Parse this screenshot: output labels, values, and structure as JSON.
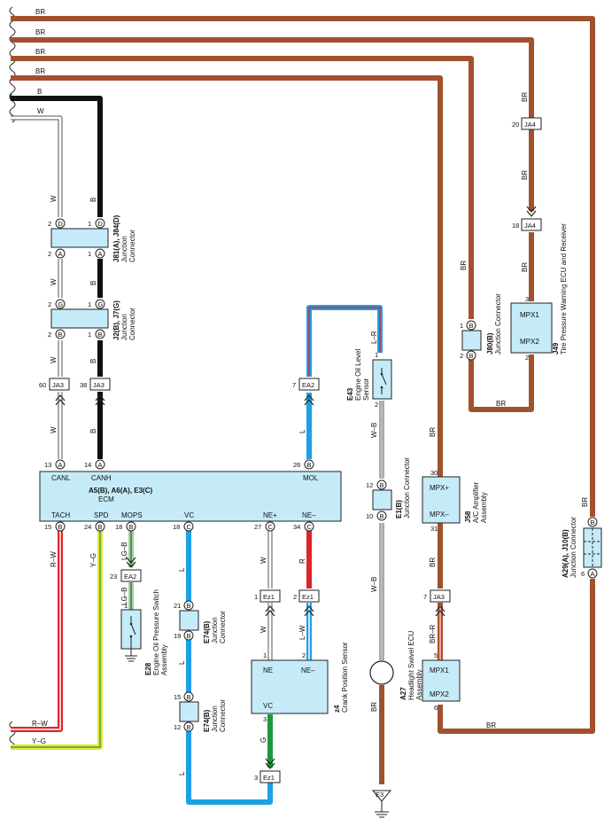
{
  "wire_colors": {
    "BR": "#a0522d",
    "B": "#111111",
    "W": "#ffffff",
    "L": "#1ea0e6",
    "R": "#e0242a",
    "G": "#1a9a3a",
    "LG": "#9fd39f",
    "Y": "#e8e23a",
    "box": "#c5ebf8"
  },
  "top_wires": {
    "br1": "BR",
    "br2": "BR",
    "br3": "BR",
    "br4": "BR",
    "b": "B",
    "w": "W",
    "rw": "R–W",
    "yg": "Y–G"
  },
  "ecm": {
    "title": "A5(B), A6(A), E3(C)",
    "subtitle": "ECM",
    "pins": {
      "canl": "CANL",
      "canh": "CANH",
      "mol": "MOL",
      "tach": "TACH",
      "spd": "SPD",
      "mops": "MOPS",
      "vc": "VC",
      "nep": "NE+",
      "nem": "NE–"
    },
    "nums": {
      "canl": "13",
      "canh": "14",
      "mol": "26",
      "tach": "15",
      "spd": "24",
      "mops": "18",
      "vc": "18",
      "nep": "27",
      "nem": "34"
    },
    "cons": {
      "canl": "A",
      "canh": "A",
      "mol": "B",
      "tach": "B",
      "spd": "B",
      "mops": "B",
      "vc": "C",
      "nep": "C",
      "nem": "C"
    }
  },
  "j81": {
    "name": "J81(A), J84(D)",
    "desc1": "Junction",
    "desc2": "Connector",
    "n1": "2",
    "n2": "1",
    "n3": "2",
    "n4": "1",
    "c1": "D",
    "c2": "D",
    "c3": "A",
    "c4": "A"
  },
  "j2": {
    "name": "J2(B), J7(G)",
    "desc1": "Junction",
    "desc2": "Connector",
    "n1": "2",
    "n2": "1",
    "n3": "2",
    "n4": "1",
    "c1": "G",
    "c2": "G",
    "c3": "B",
    "c4": "B"
  },
  "ja3_left": {
    "label": "JA3",
    "n1": "60",
    "n2": "38"
  },
  "labels": {
    "w1": "W",
    "b1": "B",
    "w2": "W",
    "b2": "B",
    "w3": "W",
    "b3": "B",
    "l1": "L",
    "lr": "L–R",
    "wb1": "W–B",
    "wb2": "W–B",
    "br5": "BR",
    "br6": "BR",
    "br7": "BR",
    "br8": "BR",
    "br9": "BR",
    "br10": "BR",
    "br11": "BR",
    "br12": "BR",
    "brr": "BR–R",
    "rw2": "R–W",
    "yg2": "Y–G",
    "lgb1": "LG–B",
    "lgb2": "LG–B",
    "l2": "L",
    "l3": "L",
    "l4": "L",
    "w4": "W",
    "w5": "W",
    "r1": "R",
    "lw": "L–W",
    "g1": "G"
  },
  "ea2_top": {
    "label": "EA2",
    "num": "7"
  },
  "e43": {
    "name": "E43",
    "desc1": "Engine Oil Level",
    "desc2": "Sensor",
    "n1": "1",
    "n2": "2"
  },
  "e1": {
    "name": "E1(B)",
    "desc": "Junction Connector",
    "n1": "12",
    "n2": "10",
    "c": "B"
  },
  "a27": {
    "name": "A27",
    "desc1": "Headlight Swivel ECU",
    "desc2": "Assembly"
  },
  "e3": {
    "label": "E3"
  },
  "ja4": {
    "label": "JA4",
    "n1": "20",
    "n2": "18"
  },
  "j80": {
    "name": "J80(B)",
    "desc": "Junction Connector",
    "n1": "1",
    "n2": "2",
    "c": "B"
  },
  "j49": {
    "name": "J49",
    "desc": "Tire Pressure Warning ECU and Receiver",
    "p1": "MPX1",
    "p2": "MPX2",
    "n1": "3",
    "n2": "2"
  },
  "j58": {
    "name": "J58",
    "desc1": "A/C Amplifier",
    "desc2": "Assembly",
    "p1": "MPX+",
    "p2": "MPX–",
    "n1": "30",
    "n2": "31"
  },
  "ja3_right": {
    "label": "JA3",
    "num": "7"
  },
  "a27box": {
    "p1": "MPX1",
    "p2": "MPX2",
    "n1": "5",
    "n2": "6"
  },
  "a29": {
    "name": "A29(A), J10(B)",
    "desc": "Junction Connector",
    "n1": "6",
    "c1": "B",
    "c2": "A"
  },
  "ea2_bot": {
    "label": "EA2",
    "num": "23"
  },
  "e28": {
    "name": "E28",
    "desc1": "Engine Oil Pressure Switch",
    "desc2": "Assembly",
    "n1": "1"
  },
  "e74a": {
    "name": "E74(B)",
    "desc1": "Junction",
    "desc2": "Connector",
    "n1": "21",
    "n2": "19",
    "c": "B"
  },
  "e74b": {
    "name": "E74(B)",
    "desc1": "Junction",
    "desc2": "Connector",
    "n1": "15",
    "n2": "12",
    "c": "B"
  },
  "ez1": {
    "label": "Ez1",
    "n1": "1",
    "n2": "2",
    "n3": "3"
  },
  "z4": {
    "name": "z4",
    "desc": "Crank Position Sensor",
    "p1": "NE",
    "p2": "NE–",
    "p3": "VC",
    "n1": "1",
    "n2": "2",
    "n3": "3"
  }
}
